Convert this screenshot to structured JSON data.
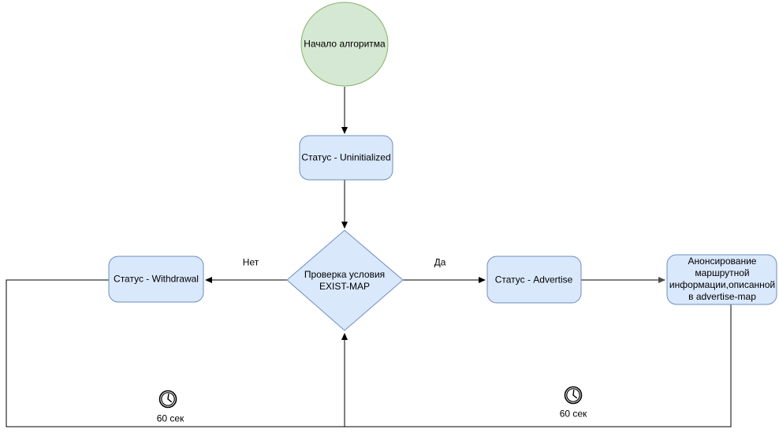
{
  "diagram": {
    "nodes": {
      "start": {
        "label": "Начало алгоритма",
        "shape": "circle"
      },
      "status_uninitialized": {
        "label": "Статус - Uninitialized",
        "shape": "rounded-rect"
      },
      "check_exist_map": {
        "label": "Проверка условия\nEXIST-MAP",
        "shape": "diamond"
      },
      "status_withdrawal": {
        "label": "Статус - Withdrawal",
        "shape": "rounded-rect"
      },
      "status_advertise": {
        "label": "Статус - Advertise",
        "shape": "rounded-rect"
      },
      "announce_advertise_map": {
        "label": "Анонсирование\nмаршрутной\nинформации,описанной\nв advertise-map",
        "shape": "rounded-rect"
      }
    },
    "edge_labels": {
      "no": "Нет",
      "yes": "Да"
    },
    "timers": {
      "left": {
        "icon": "clock-icon",
        "label": "60 сек"
      },
      "right": {
        "icon": "clock-icon",
        "label": "60 сек"
      }
    },
    "colors": {
      "process_fill": "#dae8fc",
      "process_stroke": "#6c8ebf",
      "start_fill": "#d5e8d4",
      "start_stroke": "#82b366",
      "connector": "#000000",
      "connector_gray": "#808080",
      "text": "#000000",
      "background": "#ffffff"
    }
  }
}
